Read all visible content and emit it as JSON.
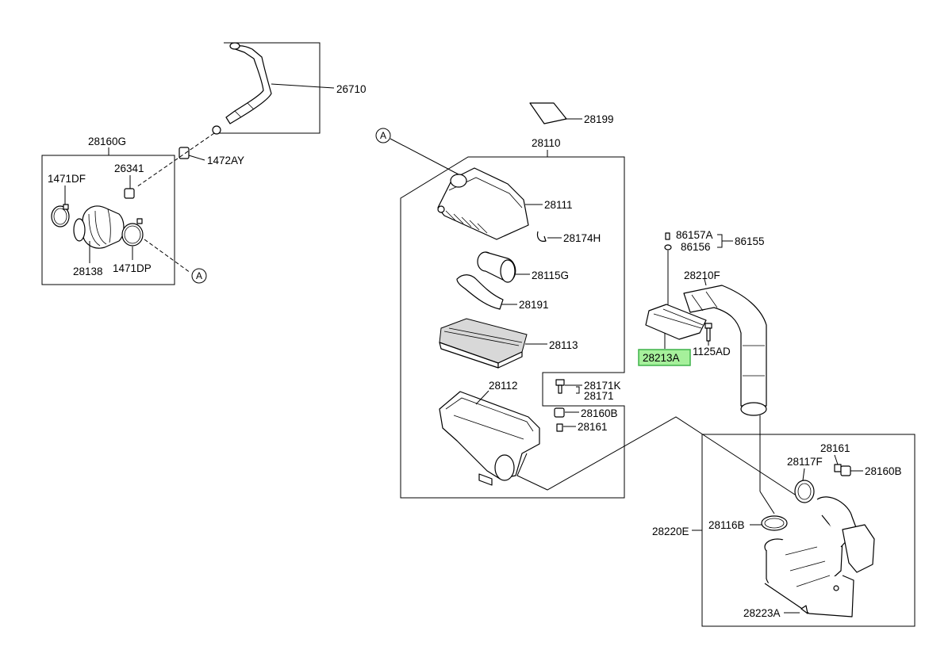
{
  "labels": {
    "p26710": "26710",
    "p28160G": "28160G",
    "p1472AY": "1472AY",
    "p1471DF": "1471DF",
    "p26341": "26341",
    "p28138": "28138",
    "p1471DP": "1471DP",
    "p28199": "28199",
    "p28110": "28110",
    "p28111": "28111",
    "p28174H": "28174H",
    "p28115G": "28115G",
    "p28191": "28191",
    "p28113": "28113",
    "p28112": "28112",
    "p28171K": "28171K",
    "p28171": "28171",
    "p28160B_a": "28160B",
    "p28161_a": "28161",
    "p86157A": "86157A",
    "p86156": "86156",
    "p86155": "86155",
    "p28210F": "28210F",
    "p1125AD": "1125AD",
    "p28213A": "28213A",
    "p28161_b": "28161",
    "p28117F": "28117F",
    "p28160B_b": "28160B",
    "p28220E": "28220E",
    "p28116B": "28116B",
    "p28223A": "28223A"
  },
  "refs": {
    "a_top": "A",
    "a_bottom": "A"
  },
  "highlight": {
    "part": "28213A",
    "color": "#a6f09b"
  }
}
